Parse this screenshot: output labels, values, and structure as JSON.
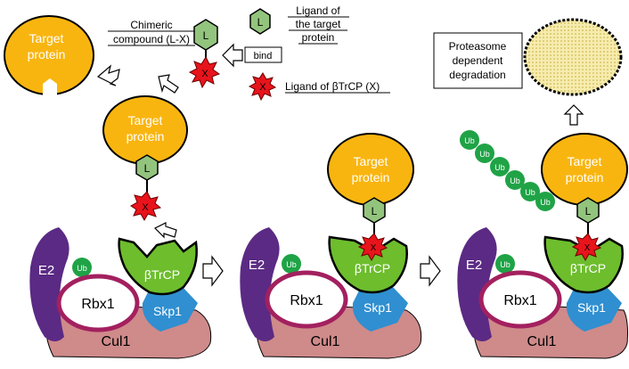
{
  "labels": {
    "chimeric_line1": "Chimeric",
    "chimeric_line2": "compound (L-X)",
    "ligand_target_line1": "Ligand of",
    "ligand_target_line2": "the target",
    "ligand_target_line3": "protein",
    "bind": "bind",
    "ligand_btrcp": "Ligand of βTrCP (X)",
    "proteasome_line1": "Proteasome",
    "proteasome_line2": "dependent",
    "proteasome_line3": "degradation",
    "target_line1": "Target",
    "target_line2": "protein",
    "ligand_L": "L",
    "ligand_X": "X",
    "e2": "E2",
    "ub": "Ub",
    "rbx1": "Rbx1",
    "btrcp": "βTrCP",
    "skp1": "Skp1",
    "cul1": "Cul1"
  },
  "colors": {
    "target_protein": "#f9b50f",
    "ligand_L": "#93c47d",
    "ligand_X": "#e8141c",
    "e2": "#5b2a84",
    "ub": "#1fa346",
    "rbx1_ring": "#a3205f",
    "btrcp": "#6dbd2d",
    "skp1": "#2f8fd0",
    "cul1": "#cf8a8a",
    "proteasome": "#f3e9a6"
  }
}
